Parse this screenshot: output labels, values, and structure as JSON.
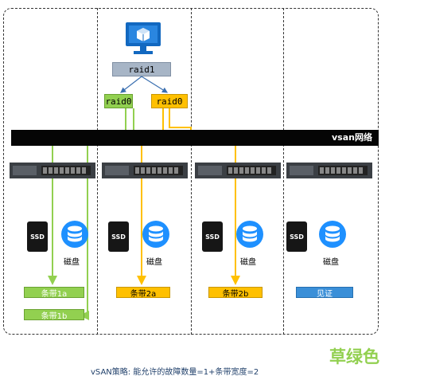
{
  "raid1_label": "raid1",
  "raid0_green_label": "raid0",
  "raid0_yellow_label": "raid0",
  "network_label": "vsan网络",
  "hosts": [
    {
      "ssd_label": "SSD",
      "disk_label": "磁盘"
    },
    {
      "ssd_label": "SSD",
      "disk_label": "磁盘"
    },
    {
      "ssd_label": "SSD",
      "disk_label": "磁盘"
    },
    {
      "ssd_label": "SSD",
      "disk_label": "磁盘"
    }
  ],
  "stripes": {
    "s1a": "条带1a",
    "s1b": "条带1b",
    "s2a": "条带2a",
    "s2b": "条带2b",
    "witness": "见证"
  },
  "policy_text": "vSAN策略: 能允许的故障数量=1+条带宽度=2",
  "title": "草绿色",
  "colors": {
    "green": "#92d050",
    "yellow": "#ffc000",
    "blue": "#3a8fd8",
    "slate": "#a7b5c6"
  }
}
